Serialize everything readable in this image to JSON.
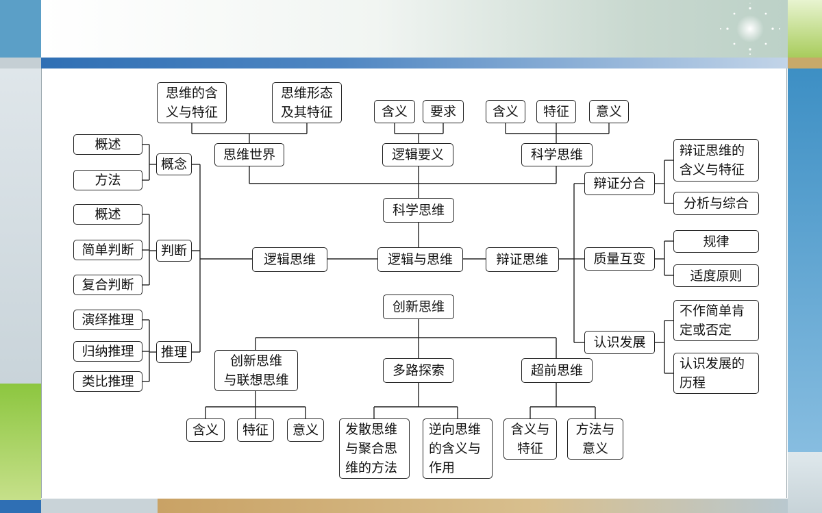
{
  "nodes": {
    "center": "逻辑与思维",
    "kexue_top": "科学思维",
    "chuangxin": "创新思维",
    "luoji": "逻辑思维",
    "bianzheng": "辩证思维",
    "siwei_shijie": "思维世界",
    "hanyi_tezheng": "思维的含\n义与特征",
    "xingtai": "思维形态\n及其特征",
    "luoji_yaoyi": "逻辑要义",
    "yaoyi_hanyi": "含义",
    "yaoyi_yaoqiu": "要求",
    "kexue_right": "科学思维",
    "kx_hanyi": "含义",
    "kx_tezheng": "特征",
    "kx_yiyi": "意义",
    "gainian": "概念",
    "gn_gaishu": "概述",
    "gn_fangfa": "方法",
    "panduan": "判断",
    "pd_gaishu": "概述",
    "pd_jiandan": "简单判断",
    "pd_fuhe": "复合判断",
    "tuili": "推理",
    "tl_yanyi": "演绎推理",
    "tl_guina": "归纳推理",
    "tl_leibi": "类比推理",
    "bz_fenhe": "辩证分合",
    "fh_hanyi": "辩证思维的\n含义与特征",
    "fh_fenxi": "分析与综合",
    "bz_zhiliang": "质量互变",
    "zl_guilv": "规律",
    "zl_shidu": "适度原则",
    "bz_renshi": "认识发展",
    "rs_buzuo": "不作简单肯\n定或否定",
    "rs_licheng": "认识发展的\n历程",
    "cx_lianxiang": "创新思维\n与联想思维",
    "lx_hanyi": "含义",
    "lx_tezheng": "特征",
    "lx_yiyi": "意义",
    "cx_duolu": "多路探索",
    "dl_fasan": "发散思维\n与聚合思\n维的方法",
    "dl_nixiang": "逆向思维\n的含义与\n作用",
    "cx_chaoqian": "超前思维",
    "cq_hanyi": "含义与\n特征",
    "cq_fangfa": "方法与\n意义"
  }
}
